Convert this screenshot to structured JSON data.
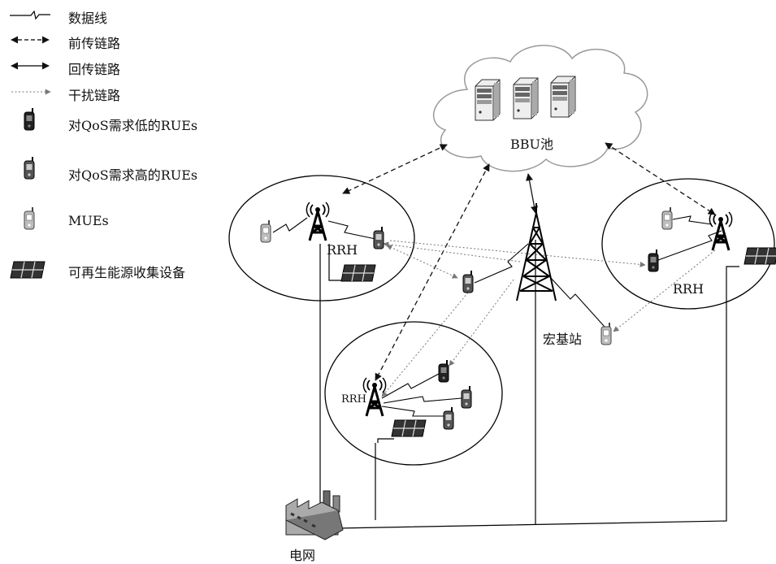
{
  "legend": {
    "data_line": "数据线",
    "fronthaul": "前传链路",
    "backhaul": "回传链路",
    "interference": "干扰链路",
    "low_qos": "对QoS需求低的RUEs",
    "high_qos": "对QoS需求高的RUEs",
    "mues": "MUEs",
    "harvester": "可再生能源收集设备"
  },
  "labels": {
    "bbu_pool": "BBU池",
    "rrh_left": "RRH",
    "rrh_right": "RRH",
    "rrh_bottom": "RRH",
    "macro_bs": "宏基站",
    "grid": "电网"
  },
  "colors": {
    "line": "#111111",
    "interference": "#777777",
    "cloud_stroke": "#999999",
    "solar": "#333333",
    "phone_dark": "#222222",
    "phone_light": "#9a9a9a"
  }
}
